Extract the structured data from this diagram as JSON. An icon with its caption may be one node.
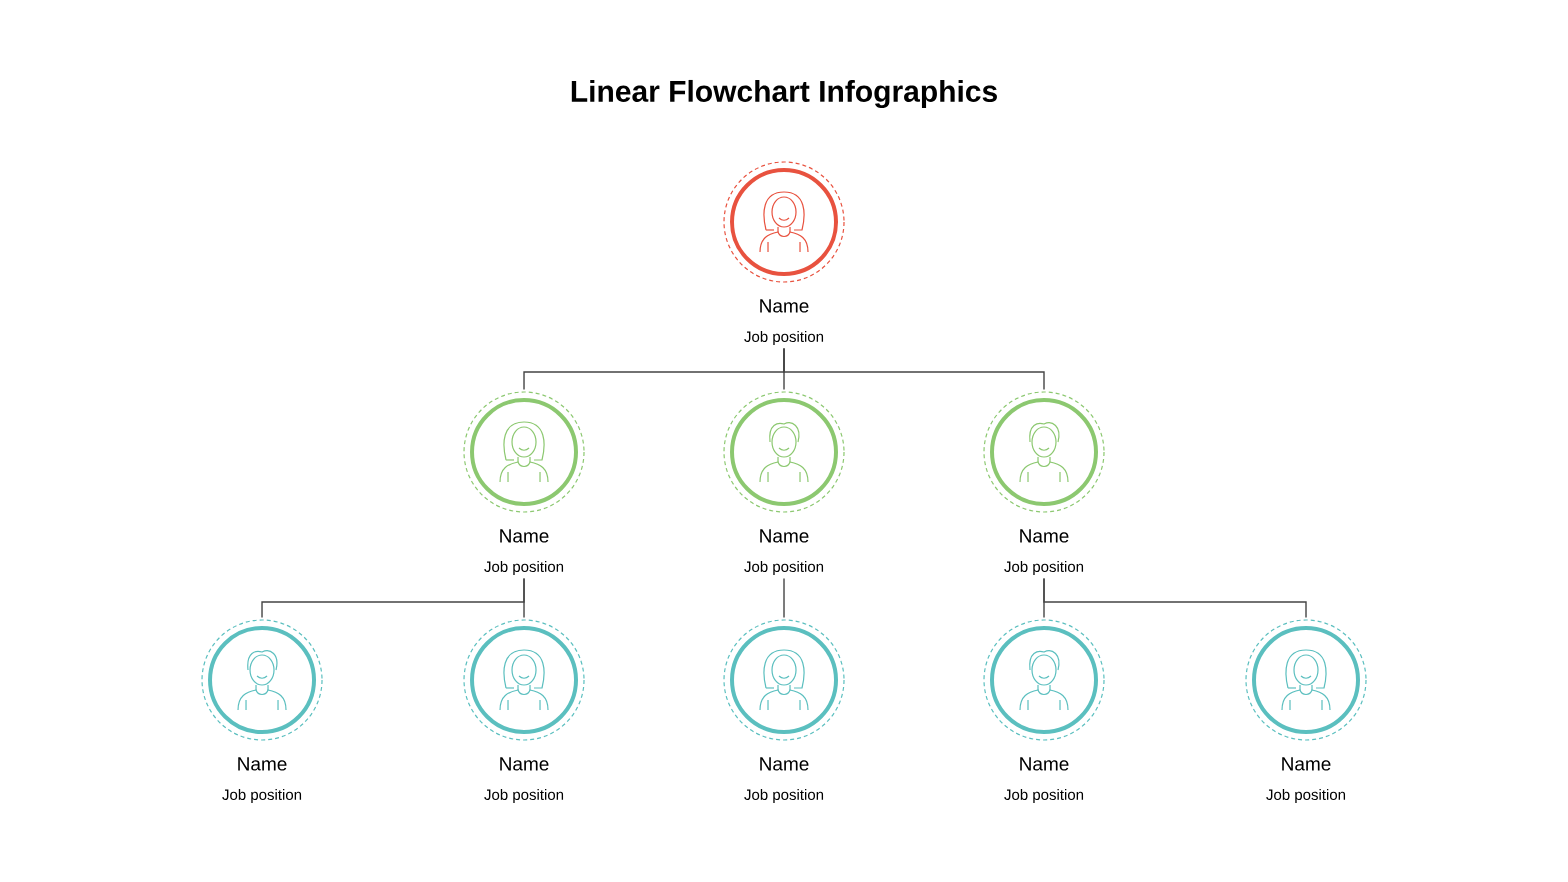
{
  "diagram": {
    "title": "Linear Flowchart Infographics",
    "nodes": [
      {
        "text": [
          "Name",
          "Job position"
        ]
      },
      {
        "text": [
          "Name",
          "Job position"
        ]
      },
      {
        "text": [
          "Name",
          "Job position"
        ]
      },
      {
        "text": [
          "Name",
          "Job position"
        ]
      },
      {
        "text": [
          "Name",
          "Job position"
        ]
      },
      {
        "text": [
          "Name",
          "Job position"
        ]
      },
      {
        "text": [
          "Name",
          "Job position"
        ]
      },
      {
        "text": [
          "Name",
          "Job position"
        ]
      },
      {
        "text": [
          "Name",
          "Job position"
        ]
      }
    ],
    "edges": [
      {
        "from": 0,
        "to": 1,
        "arrow": "none"
      },
      {
        "from": 0,
        "to": 2,
        "arrow": "none"
      },
      {
        "from": 0,
        "to": 3,
        "arrow": "none"
      },
      {
        "from": 1,
        "to": 4,
        "arrow": "none"
      },
      {
        "from": 1,
        "to": 5,
        "arrow": "none"
      },
      {
        "from": 2,
        "to": 6,
        "arrow": "none"
      },
      {
        "from": 3,
        "to": 7,
        "arrow": "none"
      },
      {
        "from": 3,
        "to": 8,
        "arrow": "none"
      }
    ]
  }
}
